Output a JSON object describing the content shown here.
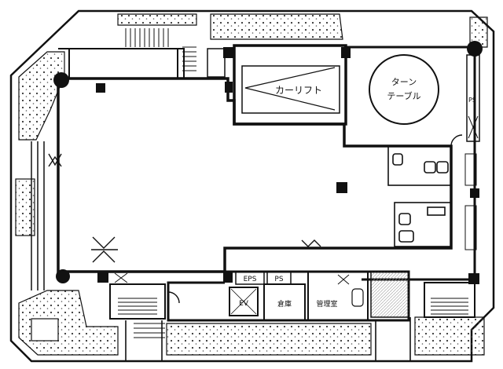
{
  "floor_plan": {
    "labels": {
      "car_lift": "カーリフト",
      "turntable_line1": "ターン",
      "turntable_line2": "テーブル",
      "ps_right": "PS",
      "eps": "EPS",
      "ps_bottom": "PS",
      "ev": "EV",
      "storage": "倉庫",
      "management_room": "管理室"
    },
    "colors": {
      "line": "#111111",
      "background": "#ffffff",
      "hatch": "#bbbbbb"
    }
  }
}
